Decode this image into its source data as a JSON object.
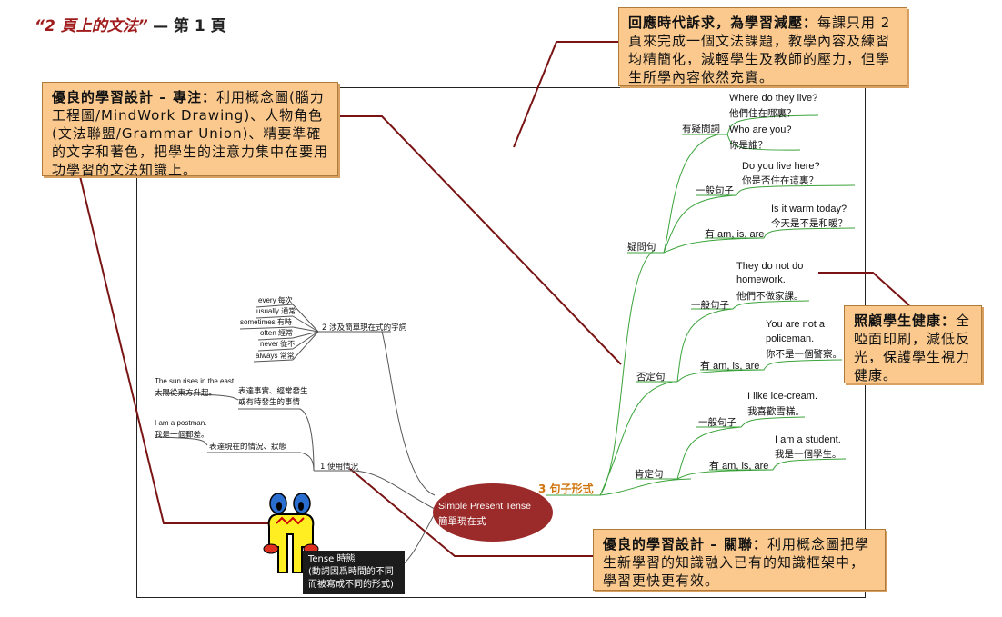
{
  "header": {
    "title_quote": "“2 頁上的文法”",
    "title_rest": "— 第 1 頁"
  },
  "callouts": {
    "top_right": {
      "heading": "回應時代訴求，為學習減壓：",
      "body": "每課只用 2 頁來完成一個文法課題，教學內容及練習均精簡化，減輕學生及教師的壓力，但學生所學內容依然充實。"
    },
    "left": {
      "heading": "優良的學習設計 – 專注：",
      "body": "利用概念圖(腦力工程圖/MindWork Drawing)、人物角色(文法聯盟/Grammar Union)、精要準確的文字和著色，把學生的注意力集中在要用功學習的文法知識上。"
    },
    "right": {
      "heading": "照顧學生健康：",
      "body": "全啞面印刷，減低反光，保護學生視力健康。"
    },
    "bottom": {
      "heading": "優良的學習設計 – 關聯：",
      "body": "利用概念圖把學生新學習的知識融入已有的知識框架中，學習更快更有效。"
    }
  },
  "mindmap": {
    "center": {
      "en": "Simple Present Tense",
      "zh": "簡單現在式"
    },
    "tense_box": {
      "line1": "Tense 時態",
      "line2": "(動詞因爲時間的不同",
      "line3": "而被寫成不同的形式)"
    },
    "branch_forms": "3 句子形式",
    "branch_usage": "1 使用情況",
    "branch_adverbs": "2 涉及簡單現在式的字詞",
    "adverbs": [
      {
        "en": "every",
        "zh": "每次"
      },
      {
        "en": "usually",
        "zh": "通常"
      },
      {
        "en": "sometimes",
        "zh": "有時"
      },
      {
        "en": "often",
        "zh": "經常"
      },
      {
        "en": "never",
        "zh": "從不"
      },
      {
        "en": "always",
        "zh": "常常"
      }
    ],
    "usage1": {
      "label1": "表達事實、經常發生",
      "label2": "或有時發生的事情",
      "ex_en": "The sun rises in the east.",
      "ex_zh": "太陽從東方升起。"
    },
    "usage2": {
      "label": "表達現在的情況、狀態",
      "ex_en": "I am a postman.",
      "ex_zh": "我是一個郵差。"
    },
    "question": {
      "label": "疑問句",
      "wh": {
        "label": "有疑問詞",
        "ex1_en": "Where do they live?",
        "ex1_zh": "他們住在哪裏？",
        "ex2_en": "Who are you?",
        "ex2_zh": "你是誰？"
      },
      "general": {
        "label": "一般句子",
        "ex_en": "Do you live here?",
        "ex_zh": "你是否住在這裏？"
      },
      "be": {
        "label": "有 am, is, are",
        "ex_en": "Is it warm today?",
        "ex_zh": "今天是不是和暖？"
      }
    },
    "negative": {
      "label": "否定句",
      "general": {
        "label": "一般句子",
        "ex_en1": "They do not do",
        "ex_en2": "homework.",
        "ex_zh": "他們不做家課。"
      },
      "be": {
        "label": "有 am, is, are",
        "ex_en1": "You are not a",
        "ex_en2": "policeman.",
        "ex_zh": "你不是一個警察。"
      }
    },
    "affirmative": {
      "label": "肯定句",
      "general": {
        "label": "一般句子",
        "ex_en": "I like ice-cream.",
        "ex_zh": "我喜歡雪糕。"
      },
      "be": {
        "label": "有 am, is, are",
        "ex_en": "I am a student.",
        "ex_zh": "我是一個學生。"
      }
    }
  },
  "colors": {
    "callout_bg": "#fbc98d",
    "connector": "#7a1414",
    "branch_line": "#3aa33a",
    "center_fill": "#9b2a2a",
    "accent": "#d0720a"
  }
}
